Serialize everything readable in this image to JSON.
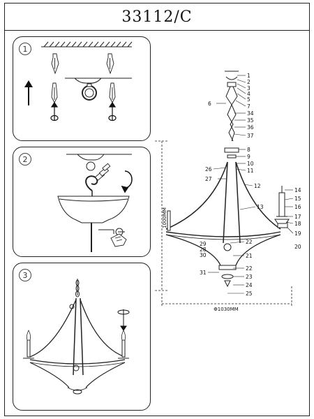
{
  "title": "33112/C",
  "steps": [
    "1",
    "2",
    "3"
  ],
  "dimensions": {
    "height": "1000MM",
    "diameter": "Φ1030MM"
  },
  "part_labels": [
    "1",
    "2",
    "3",
    "4",
    "5",
    "6",
    "7",
    "8",
    "9",
    "10",
    "11",
    "12",
    "13",
    "14",
    "15",
    "16",
    "17",
    "18",
    "19",
    "20",
    "21",
    "22",
    "23",
    "24",
    "25",
    "26",
    "27",
    "28",
    "29",
    "30",
    "31",
    "34",
    "35",
    "36",
    "37"
  ]
}
